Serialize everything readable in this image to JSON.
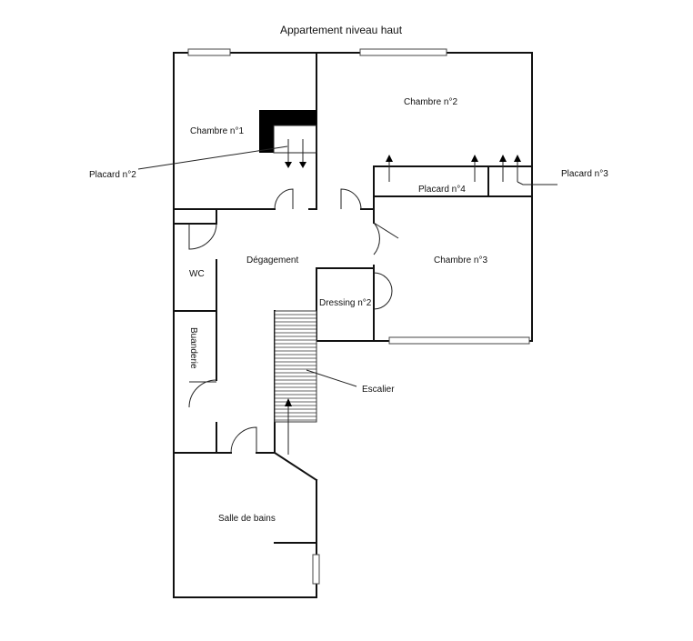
{
  "title": "Appartement niveau haut",
  "rooms": {
    "chambre1": "Chambre n°1",
    "chambre2": "Chambre n°2",
    "chambre3": "Chambre n°3",
    "degagement": "Dégagement",
    "wc": "WC",
    "buanderie": "Buanderie",
    "dressing2": "Dressing n°2",
    "placard4": "Placard n°4",
    "salle_de_bains": "Salle de bains"
  },
  "callouts": {
    "placard2": "Placard n°2",
    "placard3": "Placard n°3",
    "escalier": "Escalier"
  }
}
